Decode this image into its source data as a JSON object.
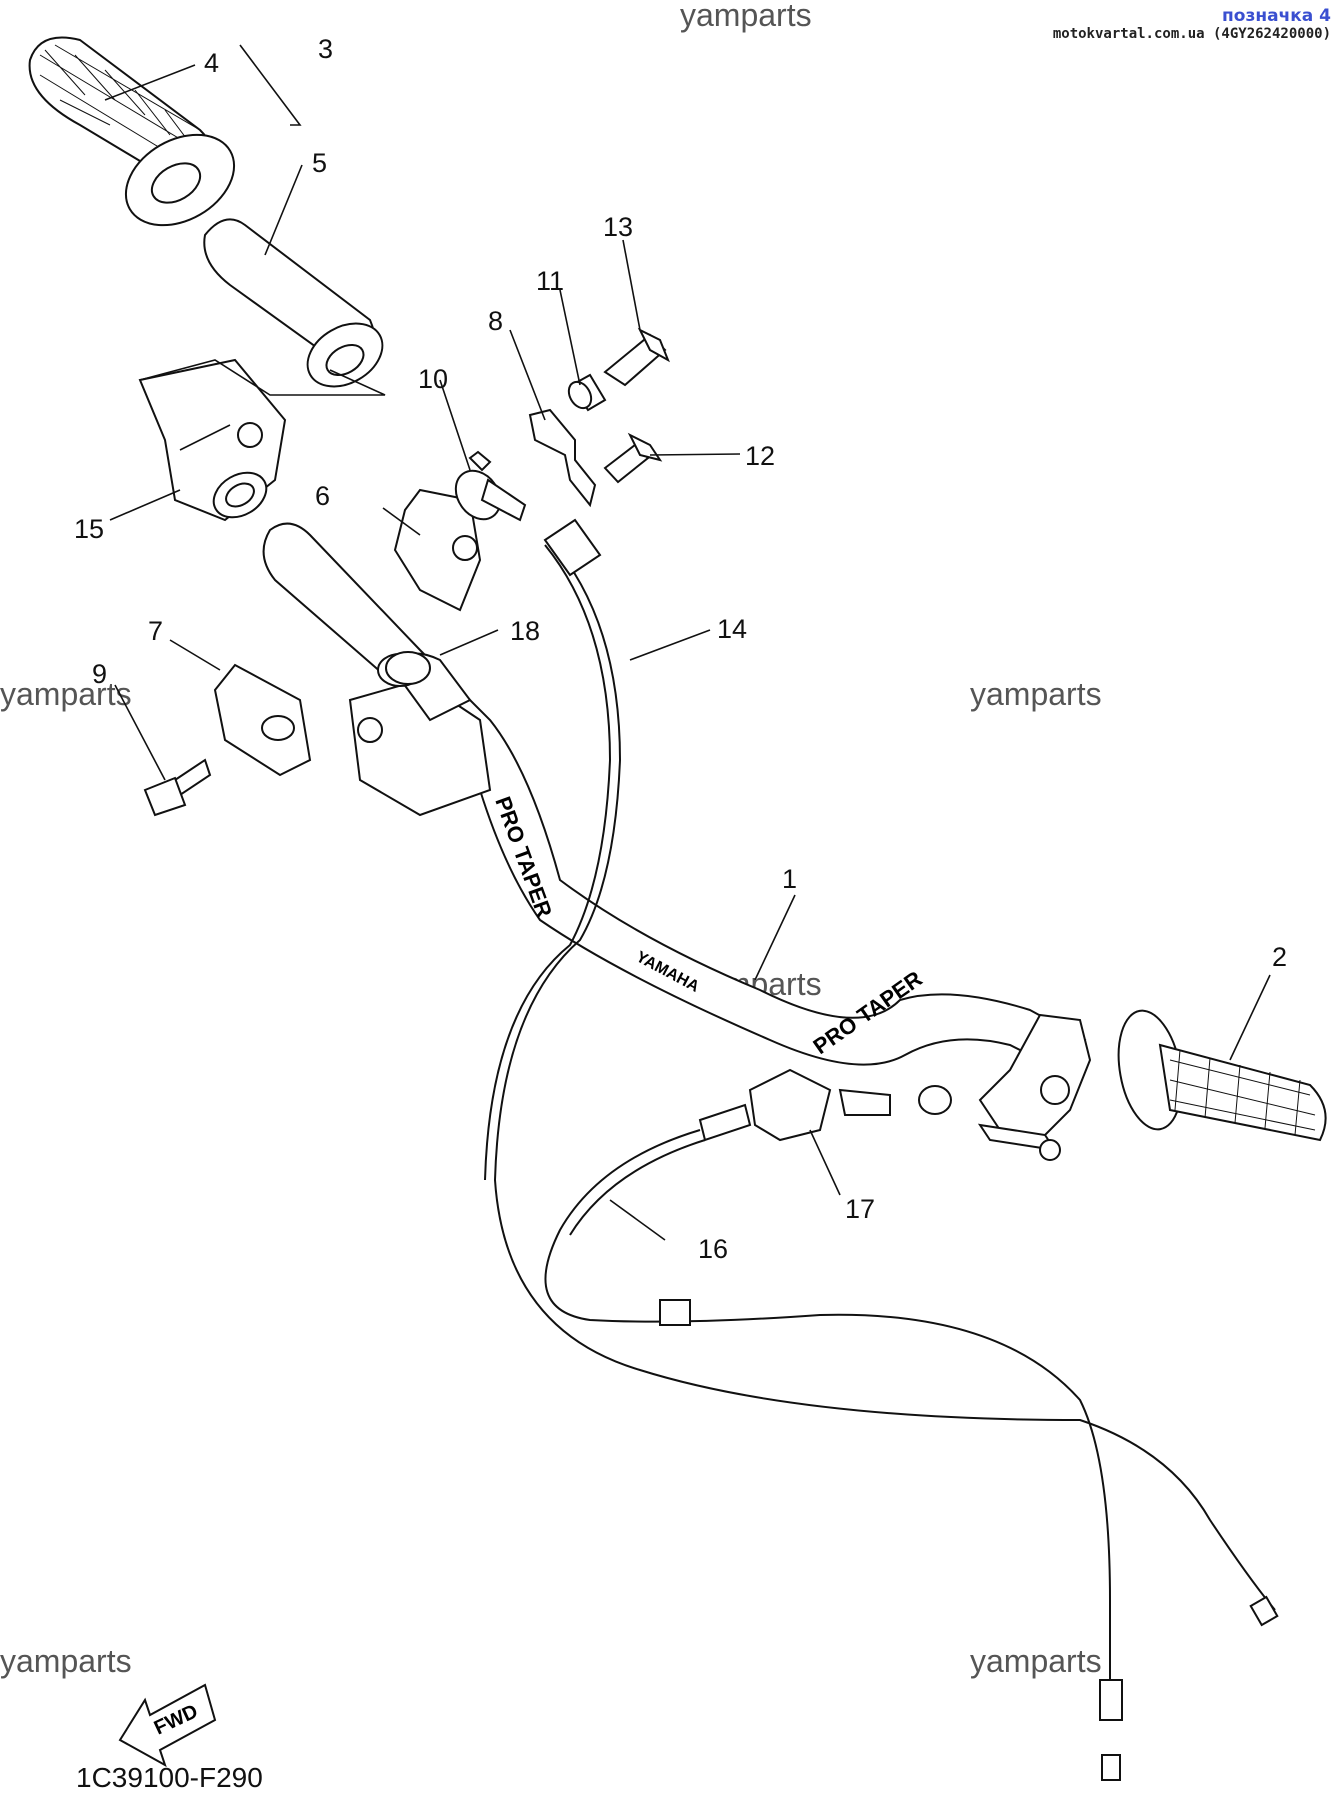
{
  "header": {
    "badge": "позначка 4",
    "source": "motokvartal.com.ua (4GY262420000)"
  },
  "watermark": "yamparts",
  "footer_code": "1C39100-F290",
  "fwd_label": "FWD",
  "bar_labels": {
    "brand1": "PRO TAPER",
    "brand2": "YAMAHA",
    "brand3": "PRO TAPER"
  },
  "callouts": [
    "1",
    "2",
    "3",
    "4",
    "5",
    "6",
    "7",
    "8",
    "9",
    "10",
    "11",
    "12",
    "13",
    "14",
    "15",
    "16",
    "17",
    "18"
  ]
}
